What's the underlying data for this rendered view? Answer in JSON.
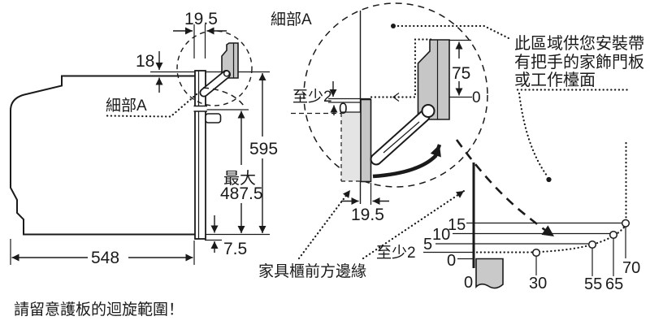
{
  "colors": {
    "ink": "#1a1a1a",
    "gray_fill": "#c6c6c6",
    "light_fill": "#e4e4e4",
    "background": "#ffffff"
  },
  "left_view": {
    "detail_label": "細部A",
    "dim_19_5": "19.5",
    "dim_18": "18",
    "dim_595": "595",
    "max_label": "最大",
    "max_value": "487.5",
    "dim_7_5": "7.5",
    "dim_548": "548"
  },
  "detail_view": {
    "title": "細部A",
    "min2": "至少2",
    "zero_left": "0",
    "dim_75": "75",
    "zero_right": "0",
    "thickness": "19.5",
    "edge_label": "家具櫃前方邊緣"
  },
  "annotation": {
    "line1": "此區域供您安裝帶",
    "line2": "有把手的家飾門板",
    "line3": "或工作檯面"
  },
  "chart": {
    "y_labels": [
      "15",
      "10",
      "5",
      "至少2",
      "0"
    ],
    "x_labels": [
      "0",
      "30",
      "55",
      "65",
      "70"
    ]
  },
  "caption": "請留意護板的迴旋範圍！",
  "chart_data": {
    "type": "line",
    "x": [
      0,
      30,
      55,
      65,
      70
    ],
    "y": [
      2,
      2,
      5,
      10,
      15
    ],
    "marked_points": {
      "x": [
        30,
        55,
        65,
        70
      ],
      "y": [
        2,
        5,
        10,
        15
      ]
    },
    "x_ticks": [
      0,
      30,
      55,
      65,
      70
    ],
    "y_ticks_labels": [
      "0",
      "至少2",
      "5",
      "10",
      "15"
    ],
    "y_ticks_values": [
      0,
      2,
      5,
      10,
      15
    ],
    "xlabel": "",
    "ylabel": "",
    "line_style": "dotted",
    "grid": false,
    "legend": false,
    "xlim": [
      0,
      75
    ],
    "ylim": [
      0,
      17
    ]
  }
}
